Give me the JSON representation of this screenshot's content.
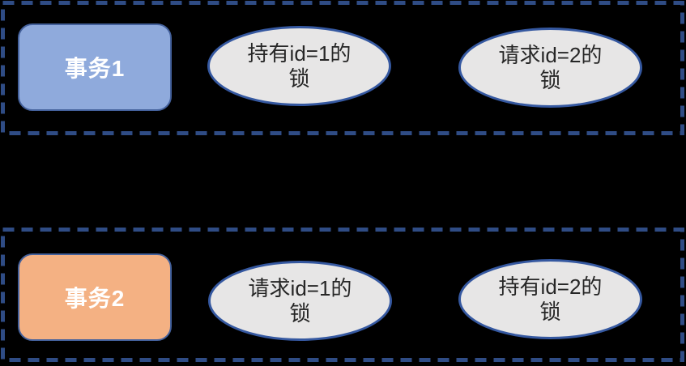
{
  "colors": {
    "background": "#000000",
    "boundary_dash_blue": "#2F4C85",
    "transaction1_fill": "#8FAADC",
    "transaction2_fill": "#F4B183",
    "shape_border_blue": "#44619C",
    "ellipse_fill_gray": "#E7E6E6",
    "ellipse_border_blue": "#3558A0",
    "transaction_text": "#FFFFFF",
    "lock_text": "#262626"
  },
  "groups": [
    {
      "transaction": {
        "label": "事务1"
      },
      "locks": [
        {
          "label": "持有id=1的锁",
          "lines": [
            "持有id=1的",
            "锁"
          ]
        },
        {
          "label": "请求id=2的锁",
          "lines": [
            "请求id=2的",
            "锁"
          ]
        }
      ]
    },
    {
      "transaction": {
        "label": "事务2"
      },
      "locks": [
        {
          "label": "请求id=1的锁",
          "lines": [
            "请求id=1的",
            "锁"
          ]
        },
        {
          "label": "持有id=2的锁",
          "lines": [
            "持有id=2的",
            "锁"
          ]
        }
      ]
    }
  ]
}
